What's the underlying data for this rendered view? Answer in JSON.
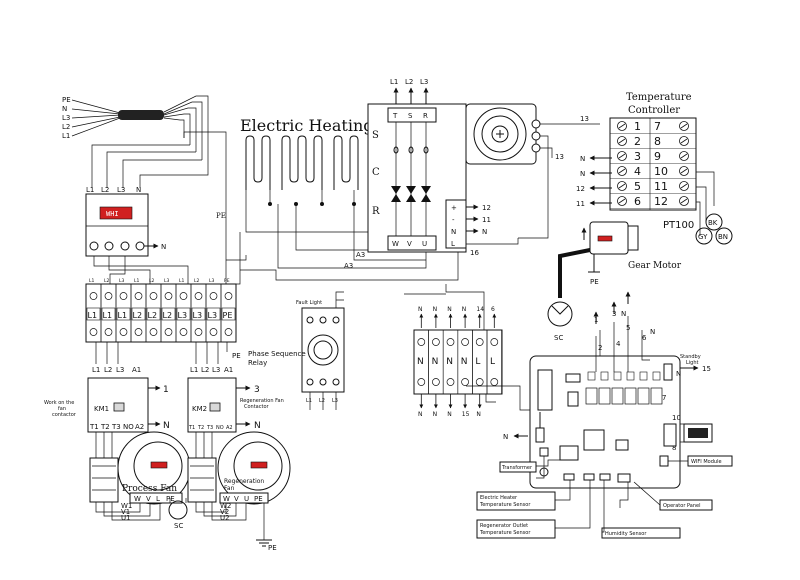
{
  "supply": {
    "lines": [
      "PE",
      "N",
      "L3",
      "L2",
      "L1"
    ]
  },
  "heater": {
    "title": "Electric Heating"
  },
  "scr": {
    "letters": [
      "S",
      "C",
      "R"
    ],
    "top_terminals": [
      "T",
      "S",
      "R"
    ],
    "bottom_terminals": [
      "W",
      "V",
      "U"
    ],
    "outputs": [
      "L1",
      "L2",
      "L3"
    ],
    "side_terminals": [
      "+",
      "-",
      "N",
      "L"
    ],
    "side_outputs": [
      "12",
      "11",
      "N"
    ],
    "misc": [
      "16",
      "A3",
      "A3"
    ]
  },
  "temp_controller": {
    "title_line1": "Temperature",
    "title_line2": "Controller",
    "left_numbers": [
      "1",
      "2",
      "3",
      "4",
      "5",
      "6"
    ],
    "right_numbers": [
      "7",
      "8",
      "9",
      "10",
      "11",
      "12"
    ],
    "left_wires": [
      "N",
      "N",
      "12",
      "11"
    ],
    "sensor_label": "PT100",
    "sensor_colors": [
      "BK",
      "GY",
      "BN"
    ]
  },
  "dial_wires": [
    "13",
    "13"
  ],
  "motor": {
    "label": "Gear Motor",
    "pe": "PE"
  },
  "breaker": {
    "display": "WHI",
    "terminals": [
      "L1",
      "L2",
      "L3",
      "N"
    ],
    "n_out": "N"
  },
  "terminal_block_1": {
    "top_labels": [
      "L1",
      "L2",
      "L3",
      "L1",
      "L2",
      "L3",
      "L1",
      "L2",
      "L3",
      "PE"
    ],
    "labels": [
      "L1",
      "L1",
      "L1",
      "L2",
      "L2",
      "L2",
      "L3",
      "L3",
      "L3",
      "PE"
    ],
    "pe_label": "PE"
  },
  "phase_relay": {
    "label_line1": "Phase Sequence",
    "label_line2": "Relay",
    "fault_label": "Fault Light",
    "bottom_terminals": [
      "L1",
      "L2",
      "L3"
    ]
  },
  "n_block": {
    "labels": [
      "N",
      "N",
      "N",
      "N",
      "L",
      "L"
    ],
    "top_wires": [
      "N",
      "N",
      "N",
      "N",
      "14",
      "6"
    ],
    "bottom_wires": [
      "N",
      "N",
      "N",
      "15",
      "N"
    ]
  },
  "contactor_left": {
    "name": "KM1",
    "top": [
      "L1",
      "L2",
      "L3",
      "A1"
    ],
    "bottom": [
      "T1",
      "T2",
      "T3",
      "NO",
      "A2"
    ],
    "out": [
      "1",
      "N"
    ],
    "side_label_line1": "Work on the",
    "side_label_line2": "fan",
    "side_label_line3": "contactor"
  },
  "contactor_right": {
    "name": "KM2",
    "top": [
      "L1",
      "L2",
      "L3",
      "A1"
    ],
    "bottom": [
      "T1",
      "T2",
      "T3",
      "NO",
      "A2"
    ],
    "out": [
      "3",
      "N"
    ],
    "side_label_line1": "Regeneration Fan",
    "side_label_line2": "Contactor"
  },
  "process_fan": {
    "label": "Process Fan",
    "terminals": [
      "W",
      "V",
      "L",
      "PE"
    ],
    "bottom": [
      "W1",
      "V1",
      "U1"
    ]
  },
  "regen_fan": {
    "label_line1": "Regeneration",
    "label_line2": "Fan",
    "terminals": [
      "W",
      "V",
      "U",
      "PE"
    ],
    "bottom": [
      "W2",
      "V2",
      "U2"
    ]
  },
  "sc_labels": [
    "SC",
    "SC"
  ],
  "ground_label": "PE",
  "pe_label": "PE",
  "board": {
    "top_numbers": [
      "1",
      "3",
      "5",
      "6",
      "4",
      "2"
    ],
    "n_labels": [
      "N",
      "N"
    ],
    "standby_label_line1": "Standby",
    "standby_label_line2": "Light",
    "wire_numbers": [
      "15",
      "7",
      "10",
      "8",
      "N"
    ]
  },
  "peripherals": {
    "transformer": "Transformer",
    "heater_sensor_line1": "Electric Heater",
    "heater_sensor_line2": "Temperature Sensor",
    "regen_sensor_line1": "Regenerator Outlet",
    "regen_sensor_line2": "Temperature Sensor",
    "humidity": "Humidity Sensor",
    "operator_panel": "Operator Panel",
    "wifi": "WIFI Module"
  }
}
